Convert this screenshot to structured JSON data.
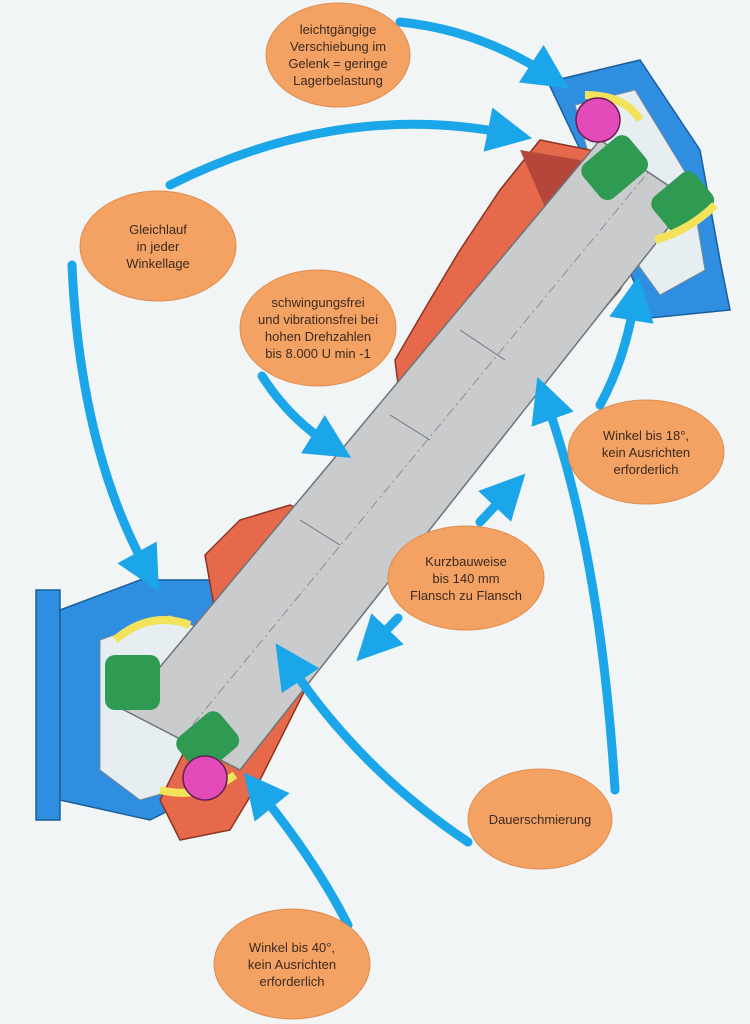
{
  "palette": {
    "background": "#f2f5f6",
    "bubble": "#f4a263",
    "arrow": "#1aa6e8",
    "shaft": "#c9cbcd",
    "boot": "#e5694a",
    "boot_dark": "#b5473a",
    "housing": "#2f8ee0",
    "cross": "#2e9a52",
    "ball": "#e34bb8",
    "yellow_bearing": "#f2e35b"
  },
  "callouts": [
    {
      "id": "smooth-sliding",
      "text": "leichtgängige\nVerschiebung im\nGelenk = geringe\nLagerbelastung"
    },
    {
      "id": "constant-velocity",
      "text": "Gleichlauf\nin jeder\nWinkellage"
    },
    {
      "id": "vibration-free",
      "text": "schwingungsfrei\nund vibrationsfrei bei\nhohen Drehzahlen\nbis 8.000 U min -1"
    },
    {
      "id": "angle-18",
      "text": "Winkel bis 18°,\nkein Ausrichten\nerforderlich"
    },
    {
      "id": "compact-design",
      "text": "Kurzbauweise\nbis 140 mm\nFlansch zu Flansch"
    },
    {
      "id": "permanent-lubrication",
      "text": "Dauerschmierung"
    },
    {
      "id": "angle-40",
      "text": "Winkel bis 40°,\nkein Ausrichten\nerforderlich"
    }
  ]
}
